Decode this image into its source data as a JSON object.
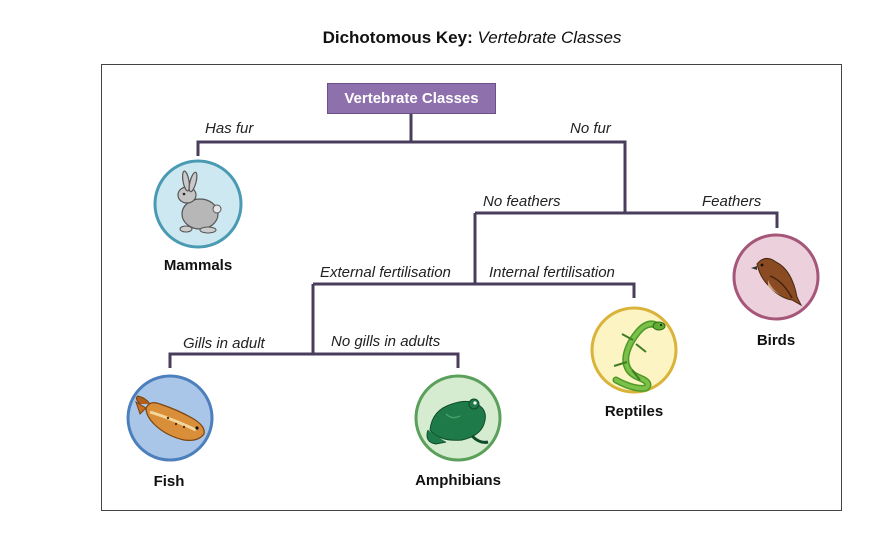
{
  "title": {
    "main": "Dichotomous Key:",
    "sub": "Vertebrate Classes"
  },
  "root": {
    "label": "Vertebrate Classes"
  },
  "edges": {
    "has_fur": "Has fur",
    "no_fur": "No fur",
    "no_feathers": "No feathers",
    "feathers": "Feathers",
    "external_fertilisation": "External fertilisation",
    "internal_fertilisation": "Internal fertilisation",
    "gills_in_adult": "Gills in adult",
    "no_gills_in_adults": "No gills in adults"
  },
  "classes": {
    "mammals": {
      "label": "Mammals",
      "icon": "rabbit-icon",
      "fill": "#cde8f0",
      "stroke": "#4a9ab3"
    },
    "birds": {
      "label": "Birds",
      "icon": "bird-icon",
      "fill": "#ecd0dc",
      "stroke": "#a55679"
    },
    "reptiles": {
      "label": "Reptiles",
      "icon": "lizard-icon",
      "fill": "#fdf4c4",
      "stroke": "#d9b33a"
    },
    "amphibians": {
      "label": "Amphibians",
      "icon": "frog-icon",
      "fill": "#d5ecd0",
      "stroke": "#5aa05a"
    },
    "fish": {
      "label": "Fish",
      "icon": "fish-icon",
      "fill": "#a9c6e8",
      "stroke": "#4d7fbd"
    }
  },
  "colors": {
    "line": "#4a3d5c",
    "root_fill": "#8d70ac"
  }
}
